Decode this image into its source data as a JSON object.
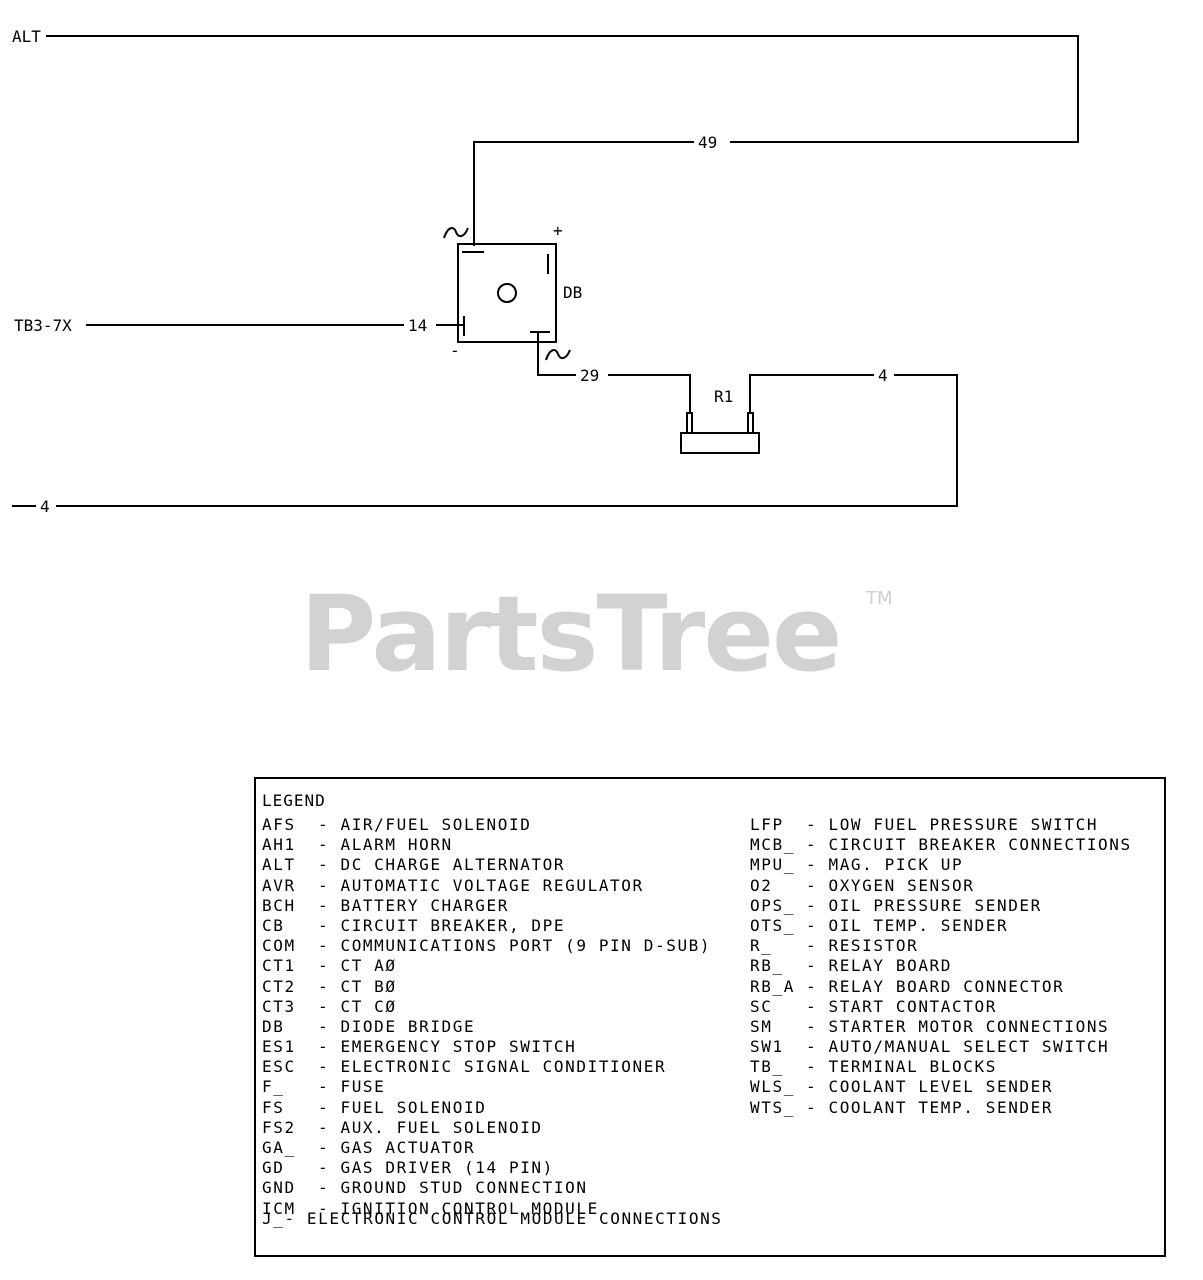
{
  "diagram": {
    "labels": {
      "alt": "ALT",
      "tb3": "TB3-7X",
      "db": "DB",
      "r1": "R1",
      "wire_49": "49",
      "wire_14": "14",
      "wire_29": "29",
      "wire_4_top": "4",
      "wire_4_bottom": "4",
      "plus": "+",
      "minus": "-"
    }
  },
  "watermark": {
    "text": "PartsTree",
    "tm": "TM"
  },
  "legend": {
    "title": "LEGEND",
    "left_items": [
      {
        "code": "AFS",
        "desc": "- AIR/FUEL SOLENOID"
      },
      {
        "code": "AH1",
        "desc": "- ALARM HORN"
      },
      {
        "code": "ALT",
        "desc": "- DC CHARGE ALTERNATOR"
      },
      {
        "code": "AVR",
        "desc": "- AUTOMATIC VOLTAGE REGULATOR"
      },
      {
        "code": "BCH",
        "desc": "- BATTERY CHARGER"
      },
      {
        "code": "CB",
        "desc": "- CIRCUIT BREAKER, DPE"
      },
      {
        "code": "COM",
        "desc": "- COMMUNICATIONS PORT (9 PIN D-SUB)"
      },
      {
        "code": "CT1",
        "desc": "- CT AØ"
      },
      {
        "code": "CT2",
        "desc": "- CT BØ"
      },
      {
        "code": "CT3",
        "desc": "- CT CØ"
      },
      {
        "code": "DB",
        "desc": "- DIODE BRIDGE"
      },
      {
        "code": "ES1",
        "desc": "- EMERGENCY STOP SWITCH"
      },
      {
        "code": "ESC",
        "desc": "- ELECTRONIC SIGNAL CONDITIONER"
      },
      {
        "code": "F_",
        "desc": "- FUSE"
      },
      {
        "code": "FS",
        "desc": "- FUEL SOLENOID"
      },
      {
        "code": "FS2",
        "desc": "- AUX. FUEL SOLENOID"
      },
      {
        "code": "GA_",
        "desc": "- GAS ACTUATOR"
      },
      {
        "code": "GD",
        "desc": "- GAS DRIVER (14 PIN)"
      },
      {
        "code": "GND",
        "desc": "- GROUND STUD CONNECTION"
      },
      {
        "code": "ICM",
        "desc": "- IGNITION CONTROL MODULE"
      }
    ],
    "last_item": "J_- ELECTRONIC CONTROL MODULE CONNECTIONS",
    "right_items": [
      {
        "code": "LFP",
        "desc": "- LOW FUEL PRESSURE SWITCH"
      },
      {
        "code": "MCB_",
        "desc": "- CIRCUIT BREAKER CONNECTIONS"
      },
      {
        "code": "MPU_",
        "desc": "- MAG. PICK UP"
      },
      {
        "code": "O2",
        "desc": "- OXYGEN SENSOR"
      },
      {
        "code": "OPS_",
        "desc": "- OIL PRESSURE SENDER"
      },
      {
        "code": "OTS_",
        "desc": "- OIL TEMP. SENDER"
      },
      {
        "code": "R_",
        "desc": "- RESISTOR"
      },
      {
        "code": "RB_",
        "desc": "- RELAY BOARD"
      },
      {
        "code": "RB_A",
        "desc": "- RELAY BOARD CONNECTOR"
      },
      {
        "code": "SC",
        "desc": "- START CONTACTOR"
      },
      {
        "code": "SM",
        "desc": "- STARTER MOTOR CONNECTIONS"
      },
      {
        "code": "SW1",
        "desc": "- AUTO/MANUAL SELECT SWITCH"
      },
      {
        "code": "TB_",
        "desc": "- TERMINAL BLOCKS"
      },
      {
        "code": "WLS_",
        "desc": "- COOLANT LEVEL SENDER"
      },
      {
        "code": "WTS_",
        "desc": "- COOLANT TEMP. SENDER"
      }
    ]
  }
}
